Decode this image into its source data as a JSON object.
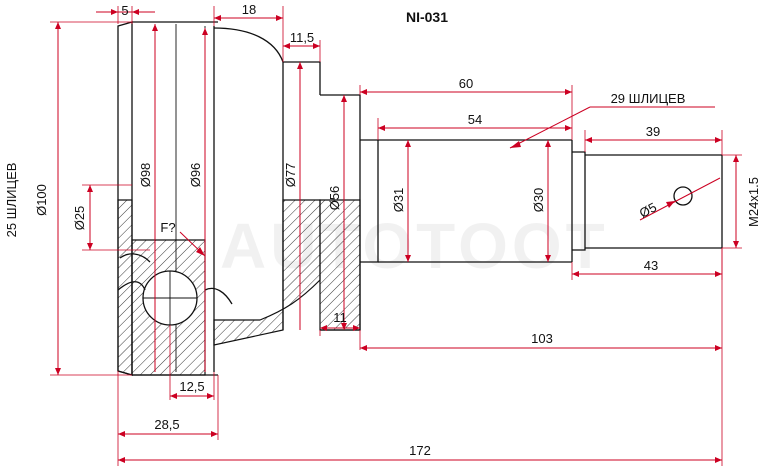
{
  "title": "NI-031",
  "watermark": "AUTOTOOT",
  "colors": {
    "dimension": "#cc0022",
    "outline": "#111111",
    "background": "#ffffff"
  },
  "labels": {
    "d5_top": "5",
    "d18": "18",
    "d11_5": "11,5",
    "d60": "60",
    "d54": "54",
    "d39": "39",
    "splines_29": "29 ШЛИЦЕВ",
    "splines_25": "25 ШЛИЦЕВ",
    "dia100": "Ø100",
    "dia98": "Ø98",
    "dia96": "Ø96",
    "dia77": "Ø77",
    "dia56": "Ø56",
    "dia31": "Ø31",
    "dia30": "Ø30",
    "dia25": "Ø25",
    "dia5": "Ø5",
    "thread": "M24x1.5",
    "f": "F?",
    "d43": "43",
    "d11": "11",
    "d103": "103",
    "d12_5": "12,5",
    "d28_5": "28,5",
    "d172": "172"
  }
}
